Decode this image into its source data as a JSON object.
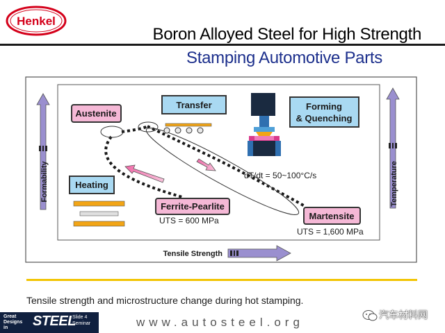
{
  "logo": {
    "text": "Henkel",
    "color": "#d4001a"
  },
  "header": {
    "title_line1": "Boron Alloyed Steel for High Strength",
    "title_line2": "Stamping Automotive Parts"
  },
  "diagram": {
    "boxes": {
      "austenite": "Austenite",
      "transfer": "Transfer",
      "forming": [
        "Forming",
        "& Quenching"
      ],
      "heating": "Heating",
      "ferrite_pearlite": "Ferrite-Pearlite",
      "martensite": "Martensite"
    },
    "labels": {
      "cooling_rate": "dT/dt = 50~100°C/s",
      "uts_ferrite": "UTS = 600 MPa",
      "uts_martensite": "UTS = 1,600 MPa"
    },
    "axes": {
      "formability": "Formability",
      "temperature": "Temperature",
      "tensile_strength": "Tensile Strength"
    },
    "colors": {
      "pink_box": "#f5b8d6",
      "blue_box": "#a9d9f2",
      "arrow_fill": "#9a8fcf",
      "heating_bar": "#f2a516"
    }
  },
  "caption": "Tensile strength and microstructure change during hot stamping.",
  "footer": {
    "badge_great": [
      "Great",
      "Designs",
      "in"
    ],
    "badge_steel": "STEEL",
    "badge_slide": [
      "Slide 4",
      "Seminar"
    ],
    "url": "www.autosteel.org",
    "watermark": "汽车材料网"
  }
}
